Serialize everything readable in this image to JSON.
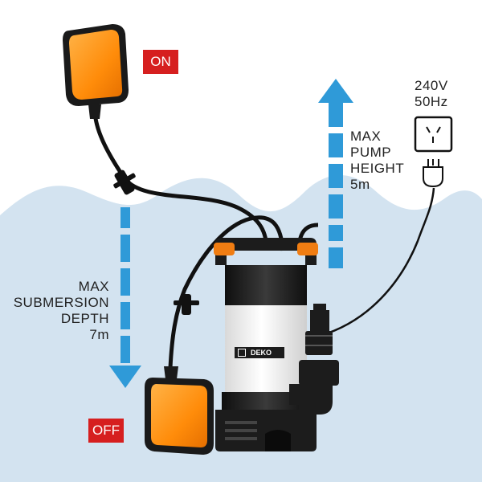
{
  "badges": {
    "on": "ON",
    "off": "OFF"
  },
  "pump_height": {
    "line1": "MAX",
    "line2": "PUMP",
    "line3": "HEIGHT",
    "line4": "5m"
  },
  "submersion_depth": {
    "line1": "MAX",
    "line2": "SUBMERSION",
    "line3": "DEPTH",
    "line4": "7m"
  },
  "power": {
    "voltage": "240V",
    "frequency": "50Hz"
  },
  "brand": "DEKO",
  "colors": {
    "water": "#d3e3f0",
    "arrow": "#2f9ad8",
    "badge": "#d61f1f",
    "float_orange": "#ff9a1a",
    "pump_black": "#1c1c1c",
    "pump_white": "#f2f2f2",
    "accent_orange": "#f07d12"
  }
}
